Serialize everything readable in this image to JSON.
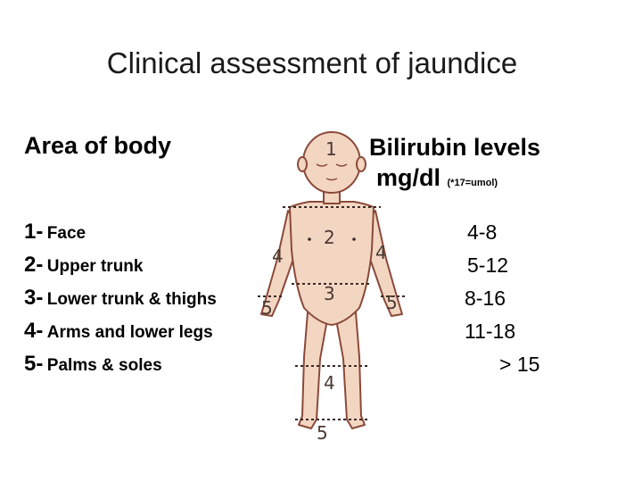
{
  "title": "Clinical assessment of jaundice",
  "left_heading": "Area of body",
  "right_heading": {
    "line1": "Bilirubin levels",
    "line2": "mg/dl",
    "note": "(*17=umol)"
  },
  "areas": [
    {
      "num": "1-",
      "label": "Face"
    },
    {
      "num": "2-",
      "label": "Upper trunk"
    },
    {
      "num": "3-",
      "label": "Lower trunk & thighs"
    },
    {
      "num": "4-",
      "label": "Arms and lower legs"
    },
    {
      "num": "5-",
      "label": "Palms & soles"
    }
  ],
  "levels": [
    "4-8",
    "5-12",
    "8-16",
    "11-18",
    "> 15"
  ],
  "figure_zones": [
    "1",
    "2",
    "3",
    "4",
    "5"
  ],
  "colors": {
    "figure_line": "#8a4a3a",
    "figure_fill": "#f3d6c2",
    "zone_label": "#4a3a34"
  }
}
